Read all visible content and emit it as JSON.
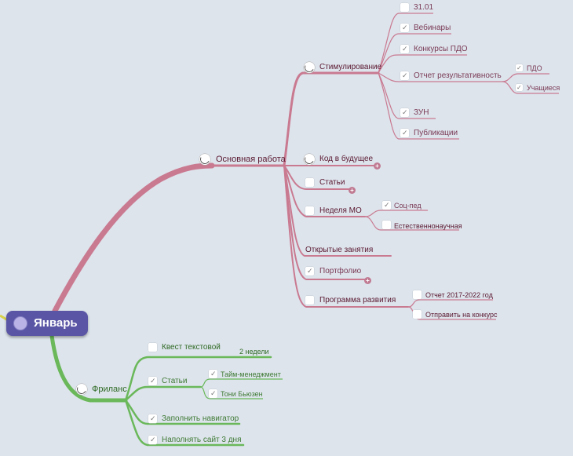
{
  "root": {
    "label": "Январь",
    "color": "#5a55a5"
  },
  "colors": {
    "main_branch": "#c97a91",
    "freelance_branch": "#6ab85a",
    "background": "#dde4ec"
  },
  "main": {
    "label": "Основная работа",
    "items": {
      "stimul": {
        "label": "Стимулирование",
        "children": {
          "c3101": {
            "label": "31.01",
            "checked": false
          },
          "webinars": {
            "label": "Вебинары",
            "checked": true
          },
          "contests": {
            "label": "Конкурсы ПДО",
            "checked": true
          },
          "report": {
            "label": "Отчет результативность",
            "checked": true,
            "children": {
              "pdo": {
                "label": "ПДО",
                "checked": true
              },
              "students": {
                "label": "Учащиеся",
                "checked": true
              }
            }
          },
          "zun": {
            "label": "ЗУН",
            "checked": true
          },
          "publ": {
            "label": "Публикации",
            "checked": true
          }
        }
      },
      "code": {
        "label": "Код в будущее"
      },
      "articles": {
        "label": "Статьи",
        "checked": false
      },
      "week": {
        "label": "Неделя МО",
        "checked": false,
        "children": {
          "soc": {
            "label": "Соц-пед",
            "checked": true
          },
          "nat": {
            "label": "Естественнонаучная",
            "checked": false
          }
        }
      },
      "open": {
        "label": "Открытые занятия"
      },
      "portfolio": {
        "label": "Портфолио",
        "checked": true
      },
      "program": {
        "label": "Программа развития",
        "checked": false,
        "children": {
          "rep": {
            "label": "Отчет 2017-2022 год",
            "checked": false
          },
          "send": {
            "label": "Отправить на конкурс",
            "checked": false
          }
        }
      }
    }
  },
  "freelance": {
    "label": "Фриланс",
    "items": {
      "quest": {
        "label": "Квест текстовой",
        "checked": false,
        "note": "2 недели"
      },
      "articles": {
        "label": "Статьи",
        "checked": true,
        "children": {
          "tm": {
            "label": "Тайм-менеджмент",
            "checked": true
          },
          "toni": {
            "label": "Тони Бьюзен",
            "checked": true
          }
        }
      },
      "nav": {
        "label": "Заполнить навигатор",
        "checked": true
      },
      "site": {
        "label": "Наполнять сайт 3 дня",
        "checked": true
      }
    }
  },
  "icons": {
    "checkmark": "check-icon",
    "progress": "progress-circle-icon",
    "expand": "plus-icon"
  }
}
